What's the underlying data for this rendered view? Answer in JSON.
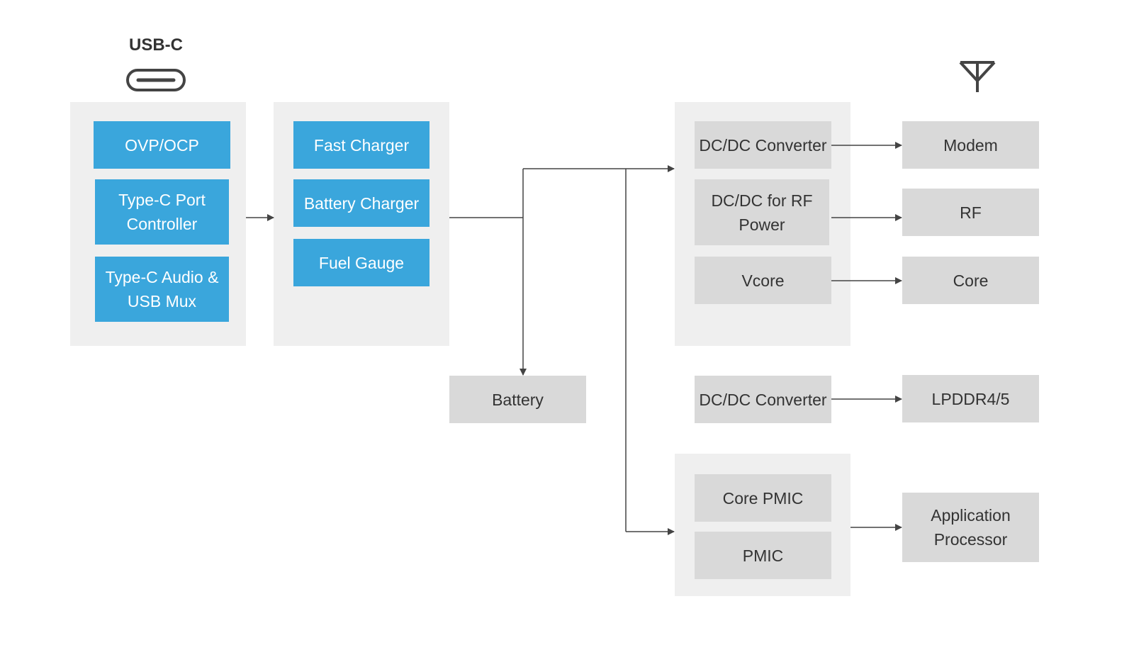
{
  "usb": {
    "label": "USB-C",
    "icon": "usb-c-icon"
  },
  "antenna": {
    "icon": "antenna-icon"
  },
  "colors": {
    "blue": "#3aa6dc",
    "gray_box": "#d9d9d9",
    "panel": "#efefef",
    "line": "#444444"
  },
  "protection": {
    "ovp": "OVP/OCP",
    "port_controller": "Type-C Port\nController",
    "audio_mux": "Type-C Audio &\nUSB Mux"
  },
  "charging": {
    "fast_charger": "Fast Charger",
    "battery_charger": "Battery Charger",
    "fuel_gauge": "Fuel Gauge"
  },
  "battery": "Battery",
  "converters": {
    "dcdc": "DC/DC Converter",
    "dcdc_rf": "DC/DC for RF\nPower",
    "vcore": "Vcore",
    "dcdc_mem": "DC/DC Converter",
    "core_pmic": "Core PMIC",
    "pmic": "PMIC"
  },
  "loads": {
    "modem": "Modem",
    "rf": "RF",
    "core": "Core",
    "lpddr": "LPDDR4/5",
    "app_processor": "Application\nProcessor"
  }
}
